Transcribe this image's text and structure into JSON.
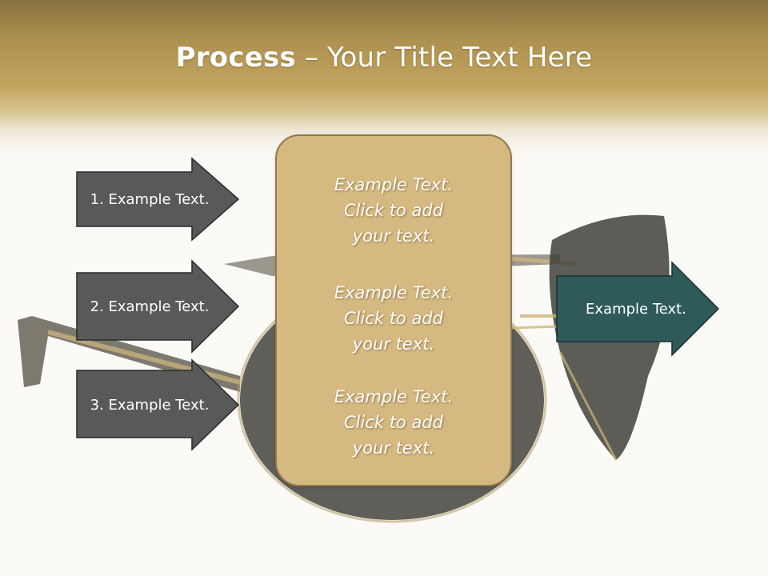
{
  "title": {
    "bold_part": "Process",
    "separator": " – ",
    "rest": "Your Title Text Here"
  },
  "left_steps": [
    {
      "label": "1. Example Text."
    },
    {
      "label": "2. Example Text."
    },
    {
      "label": "3. Example Text."
    }
  ],
  "center_box": {
    "paragraphs": [
      {
        "line1": "Example Text.",
        "line2": "Click  to add",
        "line3": "your text."
      },
      {
        "line1": "Example Text.",
        "line2": "Click  to add",
        "line3": "your text."
      },
      {
        "line1": "Example Text.",
        "line2": "Click  to add",
        "line3": "your text."
      }
    ]
  },
  "right_arrow": {
    "label": "Example Text."
  },
  "colors": {
    "header_gold": "#c4a55f",
    "center_box_fill": "#d5b981",
    "left_arrow_fill": "#595959",
    "right_arrow_fill": "#2f5a5a"
  }
}
